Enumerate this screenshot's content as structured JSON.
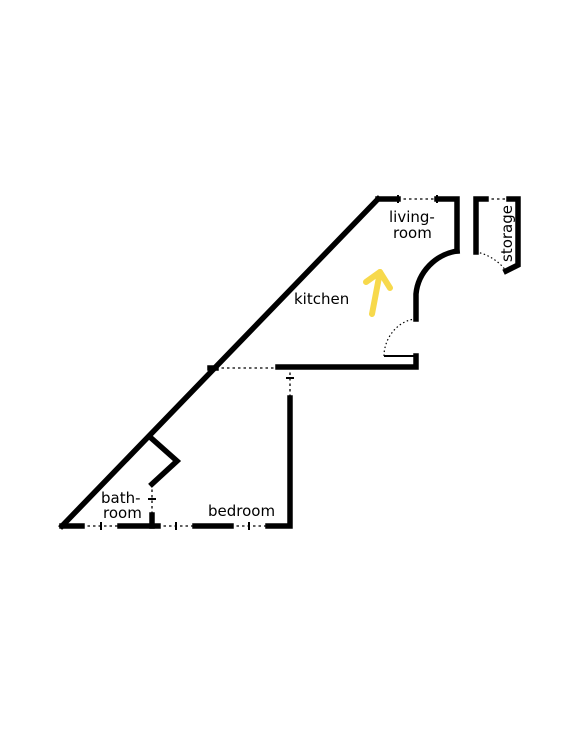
{
  "rooms": {
    "living_room": [
      "living-",
      "room"
    ],
    "storage": "storage",
    "kitchen": "kitchen",
    "bathroom": [
      "bath-",
      "room"
    ],
    "bedroom": "bedroom"
  },
  "colors": {
    "walls": "#000000",
    "background": "#ffffff",
    "direction_arrow": "#f7d94c"
  },
  "icons": {
    "direction_arrow": "arrow-up-icon"
  }
}
